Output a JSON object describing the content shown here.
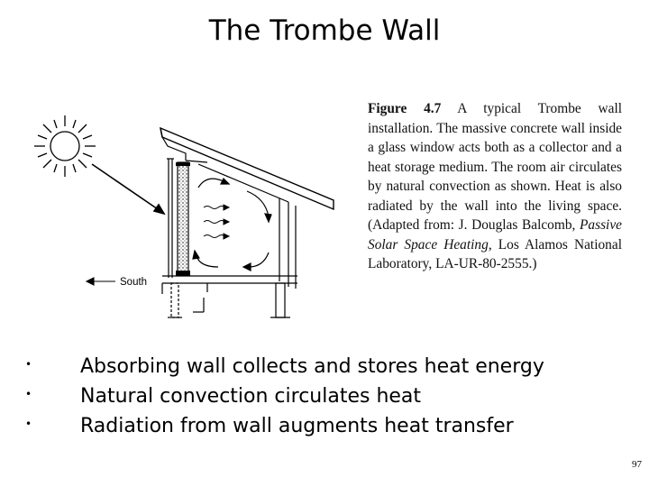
{
  "slide": {
    "title": "The Trombe Wall",
    "page_number": "97"
  },
  "figure": {
    "direction_label": "South",
    "caption": {
      "label": "Figure 4.7",
      "text_before": " A typical Trombe wall installation. The massive concrete wall inside a glass window acts both as a collector and a heat storage medium. The room air circulates by natural convection as shown. Heat is also radiated by the wall into the living space. (Adapted from: J. Douglas Balcomb, ",
      "italic_title": "Passive Solar Space Heating",
      "text_after": ", Los Alamos National Laboratory, LA-UR-80-2555.)"
    }
  },
  "bullets": [
    {
      "text": "Absorbing wall collects and stores heat energy"
    },
    {
      "text": "Natural convection circulates heat"
    },
    {
      "text": "Radiation from wall augments heat transfer"
    }
  ]
}
